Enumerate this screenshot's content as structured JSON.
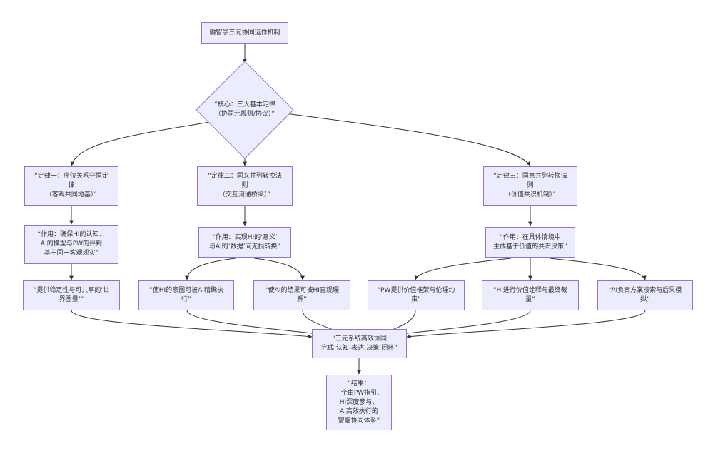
{
  "diagram": {
    "root": "融智学三元协同运作机制",
    "core": "“核心：三大基本定律\n（协同元规则/协议）”",
    "law1": "“定律一：序位关系守恒定\n律\n（客观共同地基）”",
    "law2": "“定律二：同义并列转换法\n则\n（交互沟通桥梁）”",
    "law3": "“定律三：同意并列转换法\n则\n（价值共识机制）”",
    "effect1": "“作用：确保HI的认知、\nAI的模型与PW的评判\n基于同一客观现实”",
    "effect2": "“作用：实现HI的‘意义’\n与AI的‘数据’间无损转换”",
    "effect3": "“作用：在具体情境中\n生成基于价值的共识决策”",
    "leaf1": "“提供稳定性与可共享的‘世\n界图景’”",
    "leaf2": "“使HI的意图可被AI精确执\n行”",
    "leaf3": "“使AI的结果可被HI直观理\n解”",
    "leaf4": "“PW提供价值框架与伦理约\n束”",
    "leaf5": "“HI进行价值诠释与最终裁\n量”",
    "leaf6": "“AI负责方案搜索与后果模\n拟”",
    "synergy": "“三元系统高效协同\n完成‘认知-表达-决策’闭环”",
    "result": "“结果：\n一个由PW指引、\nHI深度参与、\nAI高效执行的\n智能协同体系”"
  },
  "colors": {
    "node_fill": "#ececff",
    "node_border": "#9370db",
    "edge": "#333333",
    "text": "#333333"
  }
}
